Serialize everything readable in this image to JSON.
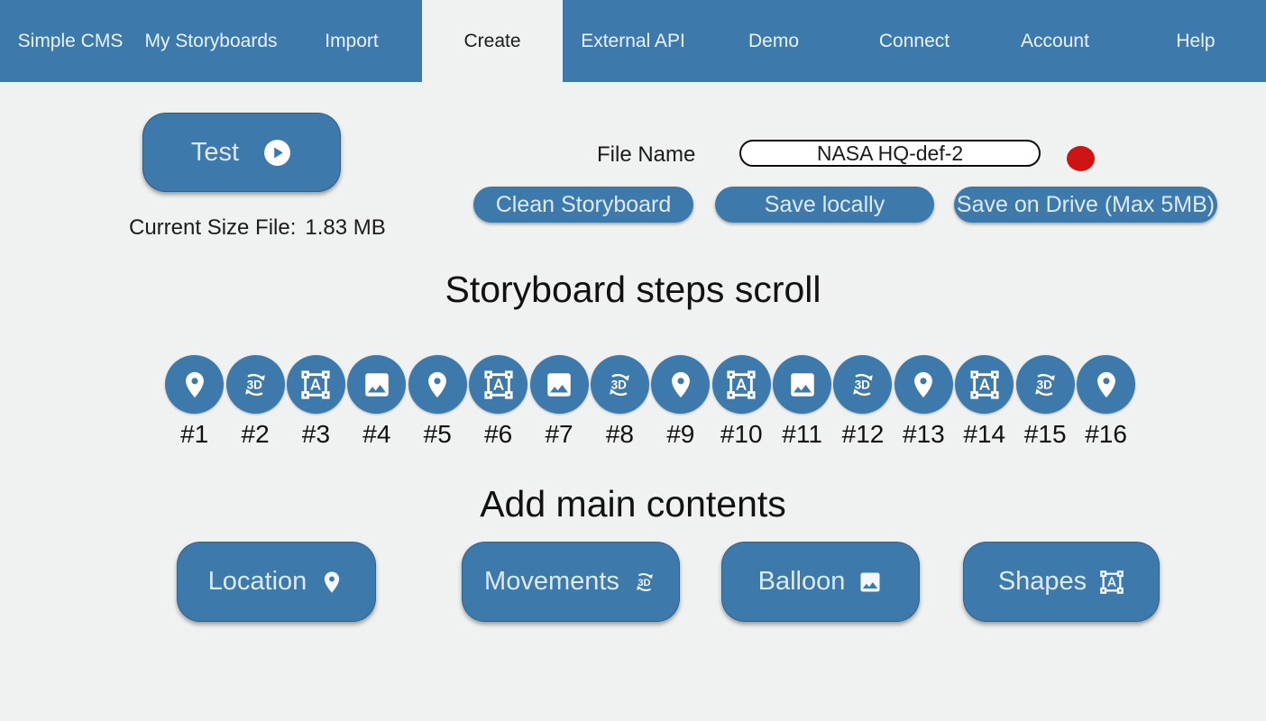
{
  "colors": {
    "nav_bg": "#3d7aab",
    "page_bg": "#f0f1f1",
    "btn_bg": "#3d7aab",
    "btn_text": "#dde9f4",
    "dark_text": "#1c1c1c",
    "red": "#cf1212"
  },
  "nav": {
    "items": [
      {
        "id": "simple-cms",
        "label": "Simple CMS",
        "active": false
      },
      {
        "id": "my-storyboards",
        "label": "My Storyboards",
        "active": false
      },
      {
        "id": "import",
        "label": "Import",
        "active": false
      },
      {
        "id": "create",
        "label": "Create",
        "active": true
      },
      {
        "id": "external-api",
        "label": "External API",
        "active": false
      },
      {
        "id": "demo",
        "label": "Demo",
        "active": false
      },
      {
        "id": "connect",
        "label": "Connect",
        "active": false
      },
      {
        "id": "account",
        "label": "Account",
        "active": false
      },
      {
        "id": "help",
        "label": "Help",
        "active": false
      }
    ]
  },
  "test": {
    "label": "Test",
    "icon": "play-icon"
  },
  "file_info": {
    "label": "Current Size File:",
    "value": "1.83 MB"
  },
  "file_name": {
    "label": "File Name",
    "value": "NASA HQ-def-2"
  },
  "status": {
    "dot_color": "#cf1212"
  },
  "actions": {
    "clean": "Clean Storyboard",
    "save_local": "Save locally",
    "save_drive": "Save on Drive (Max 5MB)"
  },
  "steps": {
    "title": "Storyboard steps scroll",
    "items": [
      {
        "label": "#1",
        "icon": "location-icon"
      },
      {
        "label": "#2",
        "icon": "rotation-3d-icon"
      },
      {
        "label": "#3",
        "icon": "shapes-icon"
      },
      {
        "label": "#4",
        "icon": "image-icon"
      },
      {
        "label": "#5",
        "icon": "location-icon"
      },
      {
        "label": "#6",
        "icon": "shapes-icon"
      },
      {
        "label": "#7",
        "icon": "image-icon"
      },
      {
        "label": "#8",
        "icon": "rotation-3d-icon"
      },
      {
        "label": "#9",
        "icon": "location-icon"
      },
      {
        "label": "#10",
        "icon": "shapes-icon"
      },
      {
        "label": "#11",
        "icon": "image-icon"
      },
      {
        "label": "#12",
        "icon": "rotation-3d-icon"
      },
      {
        "label": "#13",
        "icon": "location-icon"
      },
      {
        "label": "#14",
        "icon": "shapes-icon"
      },
      {
        "label": "#15",
        "icon": "rotation-3d-icon"
      },
      {
        "label": "#16",
        "icon": "location-icon"
      }
    ]
  },
  "contents": {
    "title": "Add main contents",
    "buttons": [
      {
        "label": "Location",
        "icon": "location-icon"
      },
      {
        "label": "Movements",
        "icon": "rotation-3d-icon"
      },
      {
        "label": "Balloon",
        "icon": "image-icon"
      },
      {
        "label": "Shapes",
        "icon": "shapes-icon"
      }
    ]
  }
}
